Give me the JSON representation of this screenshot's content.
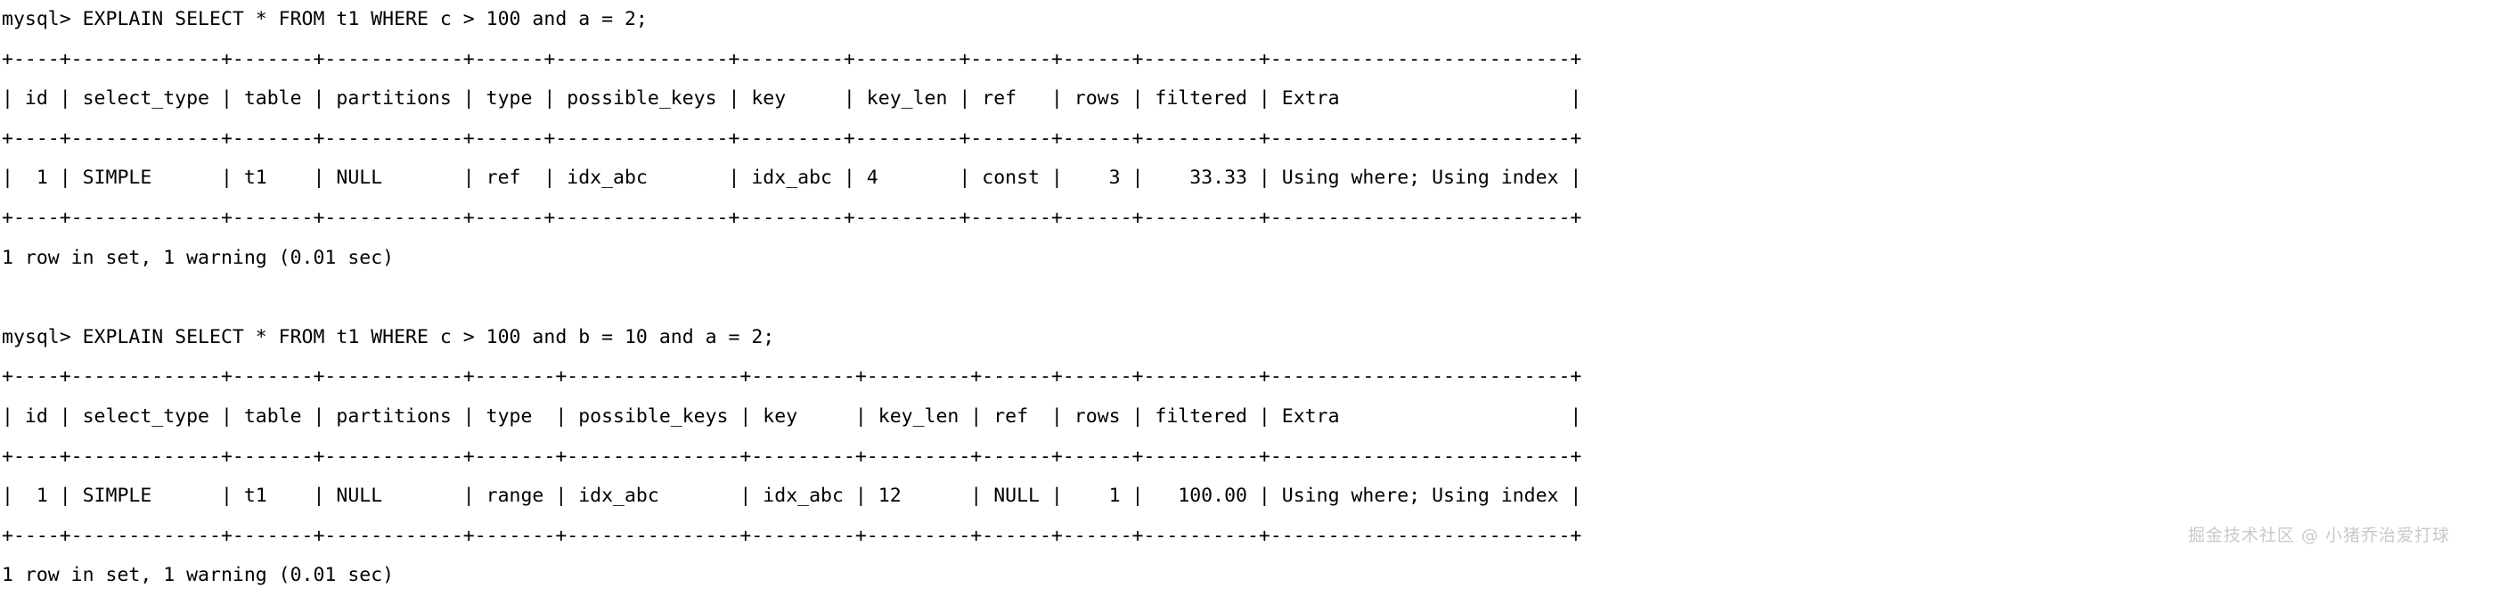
{
  "terminal": {
    "prompt": "mysql>",
    "theme": {
      "background": "#ffffff",
      "foreground": "#000000",
      "watermark_color": "#c9c9c9"
    },
    "lines": [
      "mysql> EXPLAIN SELECT * FROM t1 WHERE c > 100 and a = 2;",
      "+----+-------------+-------+------------+------+---------------+---------+---------+-------+------+----------+--------------------------+",
      "| id | select_type | table | partitions | type | possible_keys | key     | key_len | ref   | rows | filtered | Extra                    |",
      "+----+-------------+-------+------------+------+---------------+---------+---------+-------+------+----------+--------------------------+",
      "|  1 | SIMPLE      | t1    | NULL       | ref  | idx_abc       | idx_abc | 4       | const |    3 |    33.33 | Using where; Using index |",
      "+----+-------------+-------+------------+------+---------------+---------+---------+-------+------+----------+--------------------------+",
      "1 row in set, 1 warning (0.01 sec)",
      "",
      "mysql> EXPLAIN SELECT * FROM t1 WHERE c > 100 and b = 10 and a = 2;",
      "+----+-------------+-------+------------+-------+---------------+---------+---------+------+------+----------+--------------------------+",
      "| id | select_type | table | partitions | type  | possible_keys | key     | key_len | ref  | rows | filtered | Extra                    |",
      "+----+-------------+-------+------------+-------+---------------+---------+---------+------+------+----------+--------------------------+",
      "|  1 | SIMPLE      | t1    | NULL       | range | idx_abc       | idx_abc | 12      | NULL |    1 |   100.00 | Using where; Using index |",
      "+----+-------------+-------+------------+-------+---------------+---------+---------+------+------+----------+--------------------------+",
      "1 row in set, 1 warning (0.01 sec)"
    ]
  },
  "queries": [
    {
      "sql": "EXPLAIN SELECT * FROM t1 WHERE c > 100 and a = 2;",
      "status": "1 row in set, 1 warning (0.01 sec)",
      "columns": [
        "id",
        "select_type",
        "table",
        "partitions",
        "type",
        "possible_keys",
        "key",
        "key_len",
        "ref",
        "rows",
        "filtered",
        "Extra"
      ],
      "rows": [
        [
          "1",
          "SIMPLE",
          "t1",
          "NULL",
          "ref",
          "idx_abc",
          "idx_abc",
          "4",
          "const",
          "3",
          "33.33",
          "Using where; Using index"
        ]
      ]
    },
    {
      "sql": "EXPLAIN SELECT * FROM t1 WHERE c > 100 and b = 10 and a = 2;",
      "status": "1 row in set, 1 warning (0.01 sec)",
      "columns": [
        "id",
        "select_type",
        "table",
        "partitions",
        "type",
        "possible_keys",
        "key",
        "key_len",
        "ref",
        "rows",
        "filtered",
        "Extra"
      ],
      "rows": [
        [
          "1",
          "SIMPLE",
          "t1",
          "NULL",
          "range",
          "idx_abc",
          "idx_abc",
          "12",
          "NULL",
          "1",
          "100.00",
          "Using where; Using index"
        ]
      ]
    }
  ],
  "watermark": {
    "text": "掘金技术社区 @ 小猪乔治爱打球"
  }
}
